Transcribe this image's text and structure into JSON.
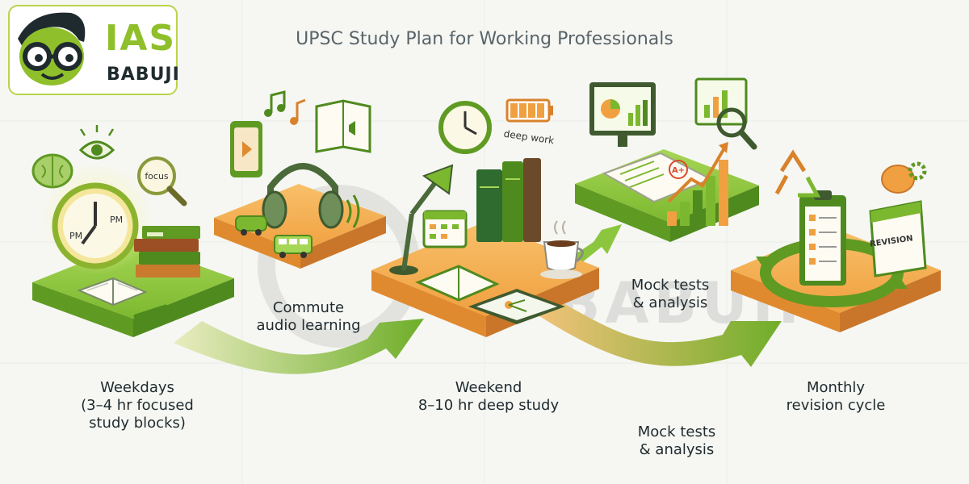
{
  "title": "UPSC Study Plan for Working Professionals",
  "logo": {
    "line1": "IAS",
    "line2": "BABUJI"
  },
  "steps": {
    "weekdays": [
      "Weekdays",
      "(3–4 hr focused",
      "study blocks)"
    ],
    "commute": [
      "Commute",
      "audio learning"
    ],
    "weekend": [
      "Weekend",
      "8–10 hr deep study"
    ],
    "mock_top": [
      "Mock tests",
      "& analysis"
    ],
    "mock_bottom": [
      "Mock tests",
      "& analysis"
    ],
    "monthly": [
      "Monthly",
      "revision cycle"
    ]
  },
  "icon_labels": {
    "focus": "focus",
    "pm_left": "PM",
    "pm_right": "PM",
    "deep_work": "deep work",
    "grade": "A+",
    "revision": "REVISION"
  },
  "watermark": "BABUJI",
  "colors": {
    "green": "#7cb82f",
    "green_dark": "#4f8a1e",
    "orange": "#f0a040",
    "orange_dark": "#d9822b",
    "background": "#f6f7f3"
  },
  "icons": [
    "brain-icon",
    "eye-icon",
    "magnifier-icon",
    "clock-icon",
    "book-stack-icon",
    "open-book-icon",
    "pencil-icon",
    "tablet-play-icon",
    "music-notes-icon",
    "headphones-icon",
    "speaker-book-icon",
    "car-icon",
    "bus-icon",
    "sound-waves-icon",
    "desk-lamp-icon",
    "calendar-icon",
    "wall-clock-icon",
    "battery-icon",
    "coffee-cup-icon",
    "mind-map-tablet-icon",
    "monitor-chart-icon",
    "report-sheet-icon",
    "bar-chart-icon",
    "zoom-chart-icon",
    "recycle-icon",
    "brain-gear-icon",
    "checklist-clipboard-icon",
    "revision-calendar-icon",
    "cycle-arrows-icon"
  ]
}
